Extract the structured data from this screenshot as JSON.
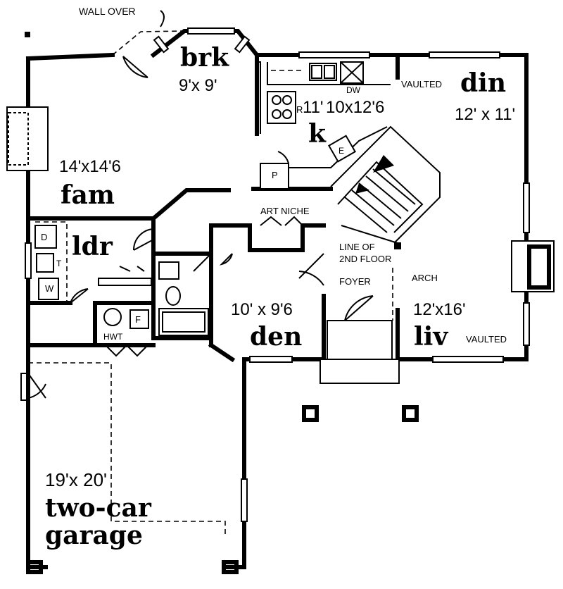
{
  "notes": {
    "wall_over": "WALL OVER",
    "art_niche": "ART NICHE",
    "line_of": "LINE OF",
    "second_floor": "2ND FLOOR",
    "foyer": "FOYER",
    "arch": "ARCH",
    "vaulted_din": "VAULTED",
    "vaulted_liv": "VAULTED",
    "dw": "DW"
  },
  "fixture_labels": {
    "refrigerator": "R",
    "pantry": "P",
    "eating_bar": "E",
    "dryer": "D",
    "tub": "T",
    "washer": "W",
    "furnace": "F",
    "water_heater": "HWT"
  },
  "rooms": {
    "brk": {
      "name": "brk",
      "dims": "9'x 9'"
    },
    "kitchen": {
      "name": "k",
      "dims_a": "11'",
      "dims_b": "10x12'6"
    },
    "din": {
      "name": "din",
      "dims": "12' x 11'"
    },
    "fam": {
      "name": "fam",
      "dims": "14'x14'6"
    },
    "ldr": {
      "name": "ldr"
    },
    "den": {
      "name": "den",
      "dims": "10' x 9'6"
    },
    "liv": {
      "name": "liv",
      "dims": "12'x16'"
    },
    "garage": {
      "name_line1": "two-car",
      "name_line2": "garage",
      "dims": "19'x 20'"
    }
  }
}
